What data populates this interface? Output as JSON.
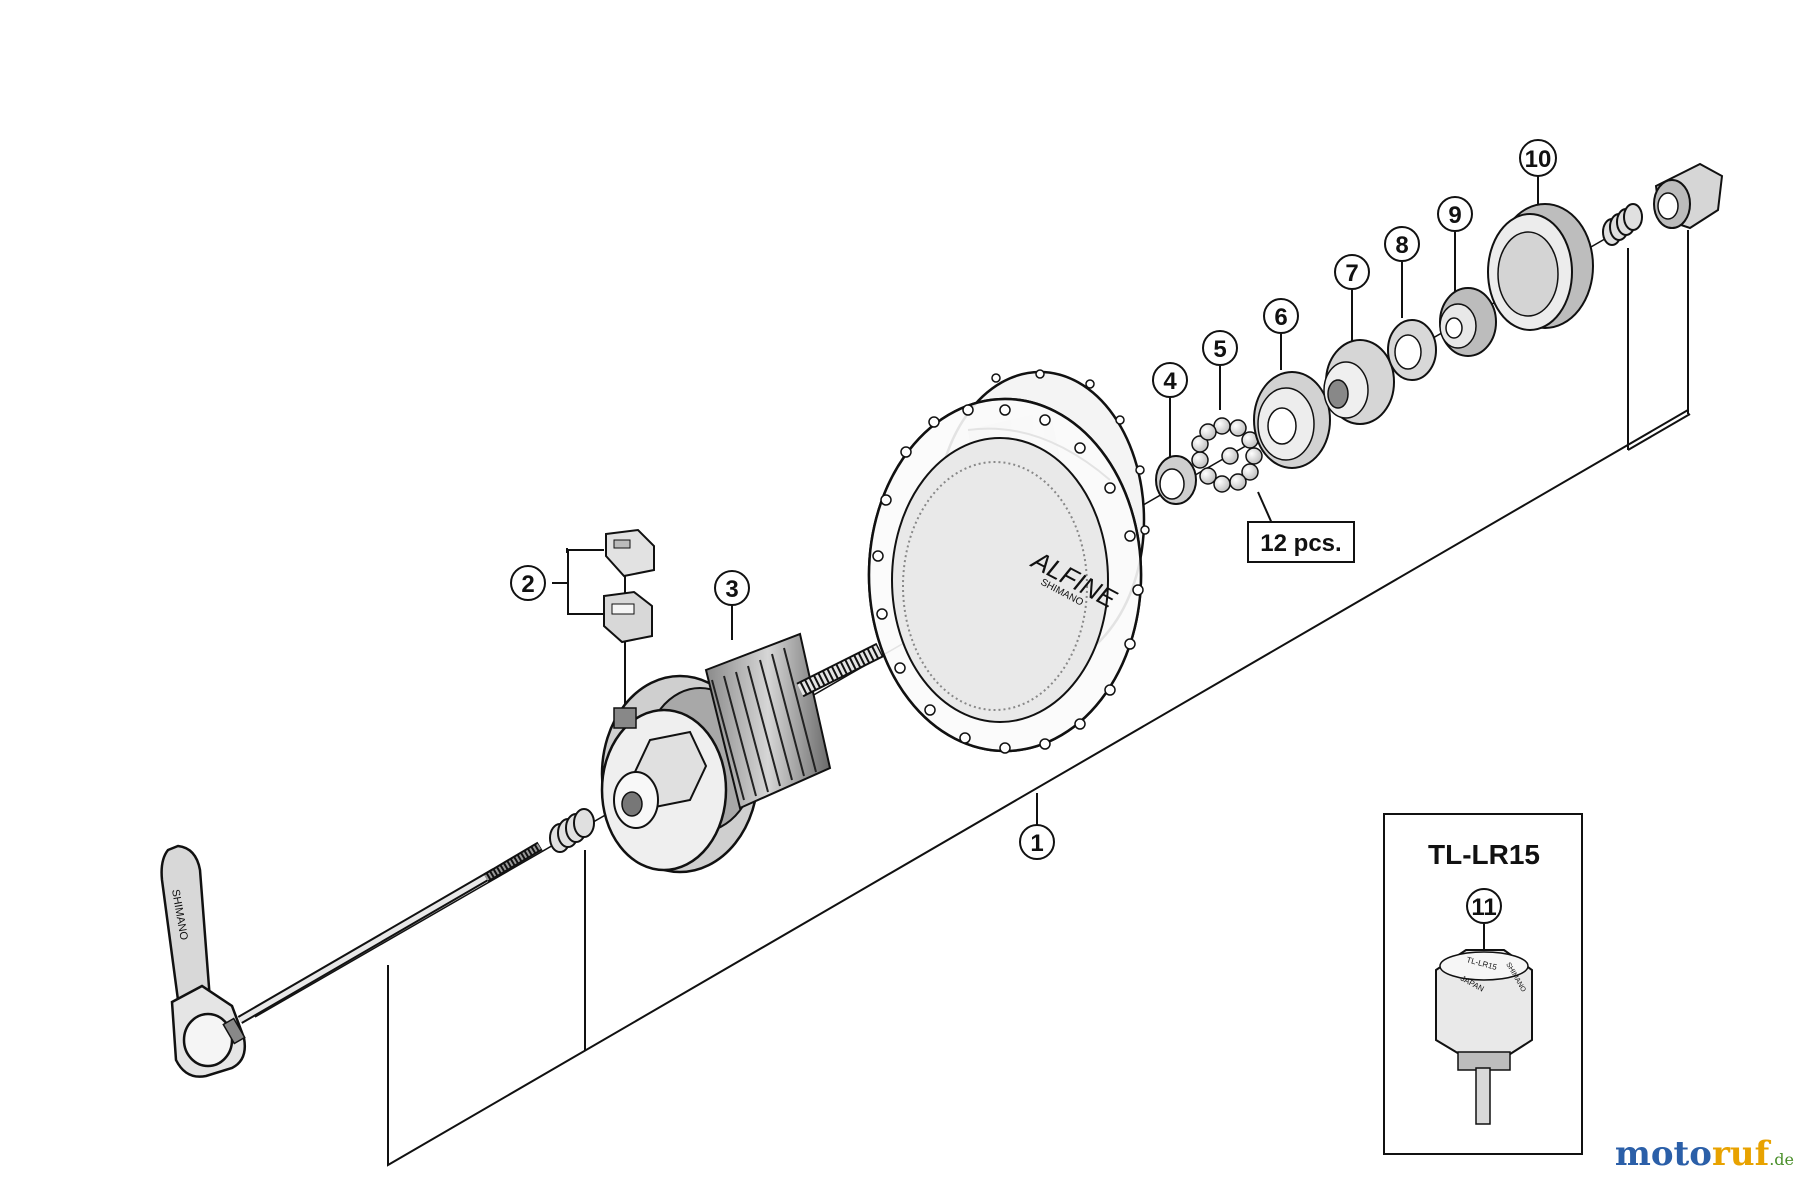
{
  "labels": {
    "p1": "1",
    "p2": "2",
    "p3": "3",
    "p4": "4",
    "p5": "5",
    "p6": "6",
    "p7": "7",
    "p8": "8",
    "p9": "9",
    "p10": "10",
    "p11": "11"
  },
  "qty_note": "12 pcs.",
  "tool": {
    "name": "TL-LR15",
    "stamp_1": "TL-LR15",
    "stamp_2": "JAPAN",
    "stamp_3": "SHIMANO"
  },
  "hub": {
    "brand": "ALFINE",
    "maker": "SHIMANO"
  },
  "lever": {
    "text": "SHIMANO"
  },
  "watermark": {
    "part1": "moto",
    "part2": "ruf",
    "part3": ".de"
  },
  "colors": {
    "line": "#111111",
    "fill_light": "#f2f2f2",
    "fill_mid": "#bdbdbd",
    "fill_dark": "#6b6b6b",
    "brand_blue": "#2b5fa8",
    "brand_orange": "#e8a200",
    "brand_green": "#4a8f2a"
  }
}
